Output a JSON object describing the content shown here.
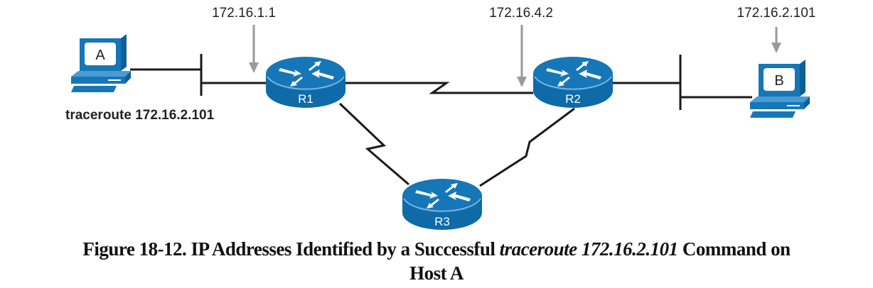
{
  "figure": {
    "caption_prefix": "Figure 18-12. IP Addresses Identified by a Successful ",
    "caption_italic": "traceroute 172.16.2.101",
    "caption_suffix": " Command on",
    "caption_line2": "Host A"
  },
  "hosts": {
    "a": {
      "letter": "A",
      "command": "traceroute 172.16.2.101"
    },
    "b": {
      "letter": "B"
    }
  },
  "routers": {
    "r1": {
      "label": "R1"
    },
    "r2": {
      "label": "R2"
    },
    "r3": {
      "label": "R3"
    }
  },
  "ip_annotations": {
    "r1_ip": "172.16.1.1",
    "r2_ip": "172.16.4.2",
    "host_b_ip": "172.16.2.101"
  },
  "colors": {
    "device_blue": "#1677b8",
    "device_dark": "#0f5f96",
    "link": "#1a1a1a",
    "arrow": "#9a9a9a"
  }
}
